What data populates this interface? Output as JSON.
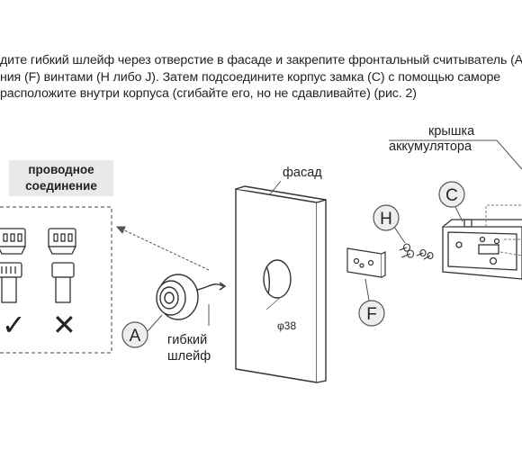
{
  "instructions": {
    "line1": "дите гибкий шлейф через отверстие в фасаде и закрепите фронтальный считыватель (А",
    "line2": "ния (F) винтами (H либо J). Затем подсоедините корпус замка (C) с помощью саморе",
    "line3": "расположите внутри корпуса (сгибайте его, но не сдавливайте) (рис. 2)"
  },
  "wiring_box": {
    "title_line1": "проводное",
    "title_line2": "соединение",
    "correct_mark": "✓",
    "wrong_mark": "✕"
  },
  "labels": {
    "facade": "фасад",
    "diameter": "φ38",
    "cable_line1": "гибкий",
    "cable_line2": "шлейф",
    "battery_cover_line1": "крышка",
    "battery_cover_line2": "аккумулятора"
  },
  "parts": {
    "a": "A",
    "h": "H",
    "f": "F",
    "c": "C"
  }
}
